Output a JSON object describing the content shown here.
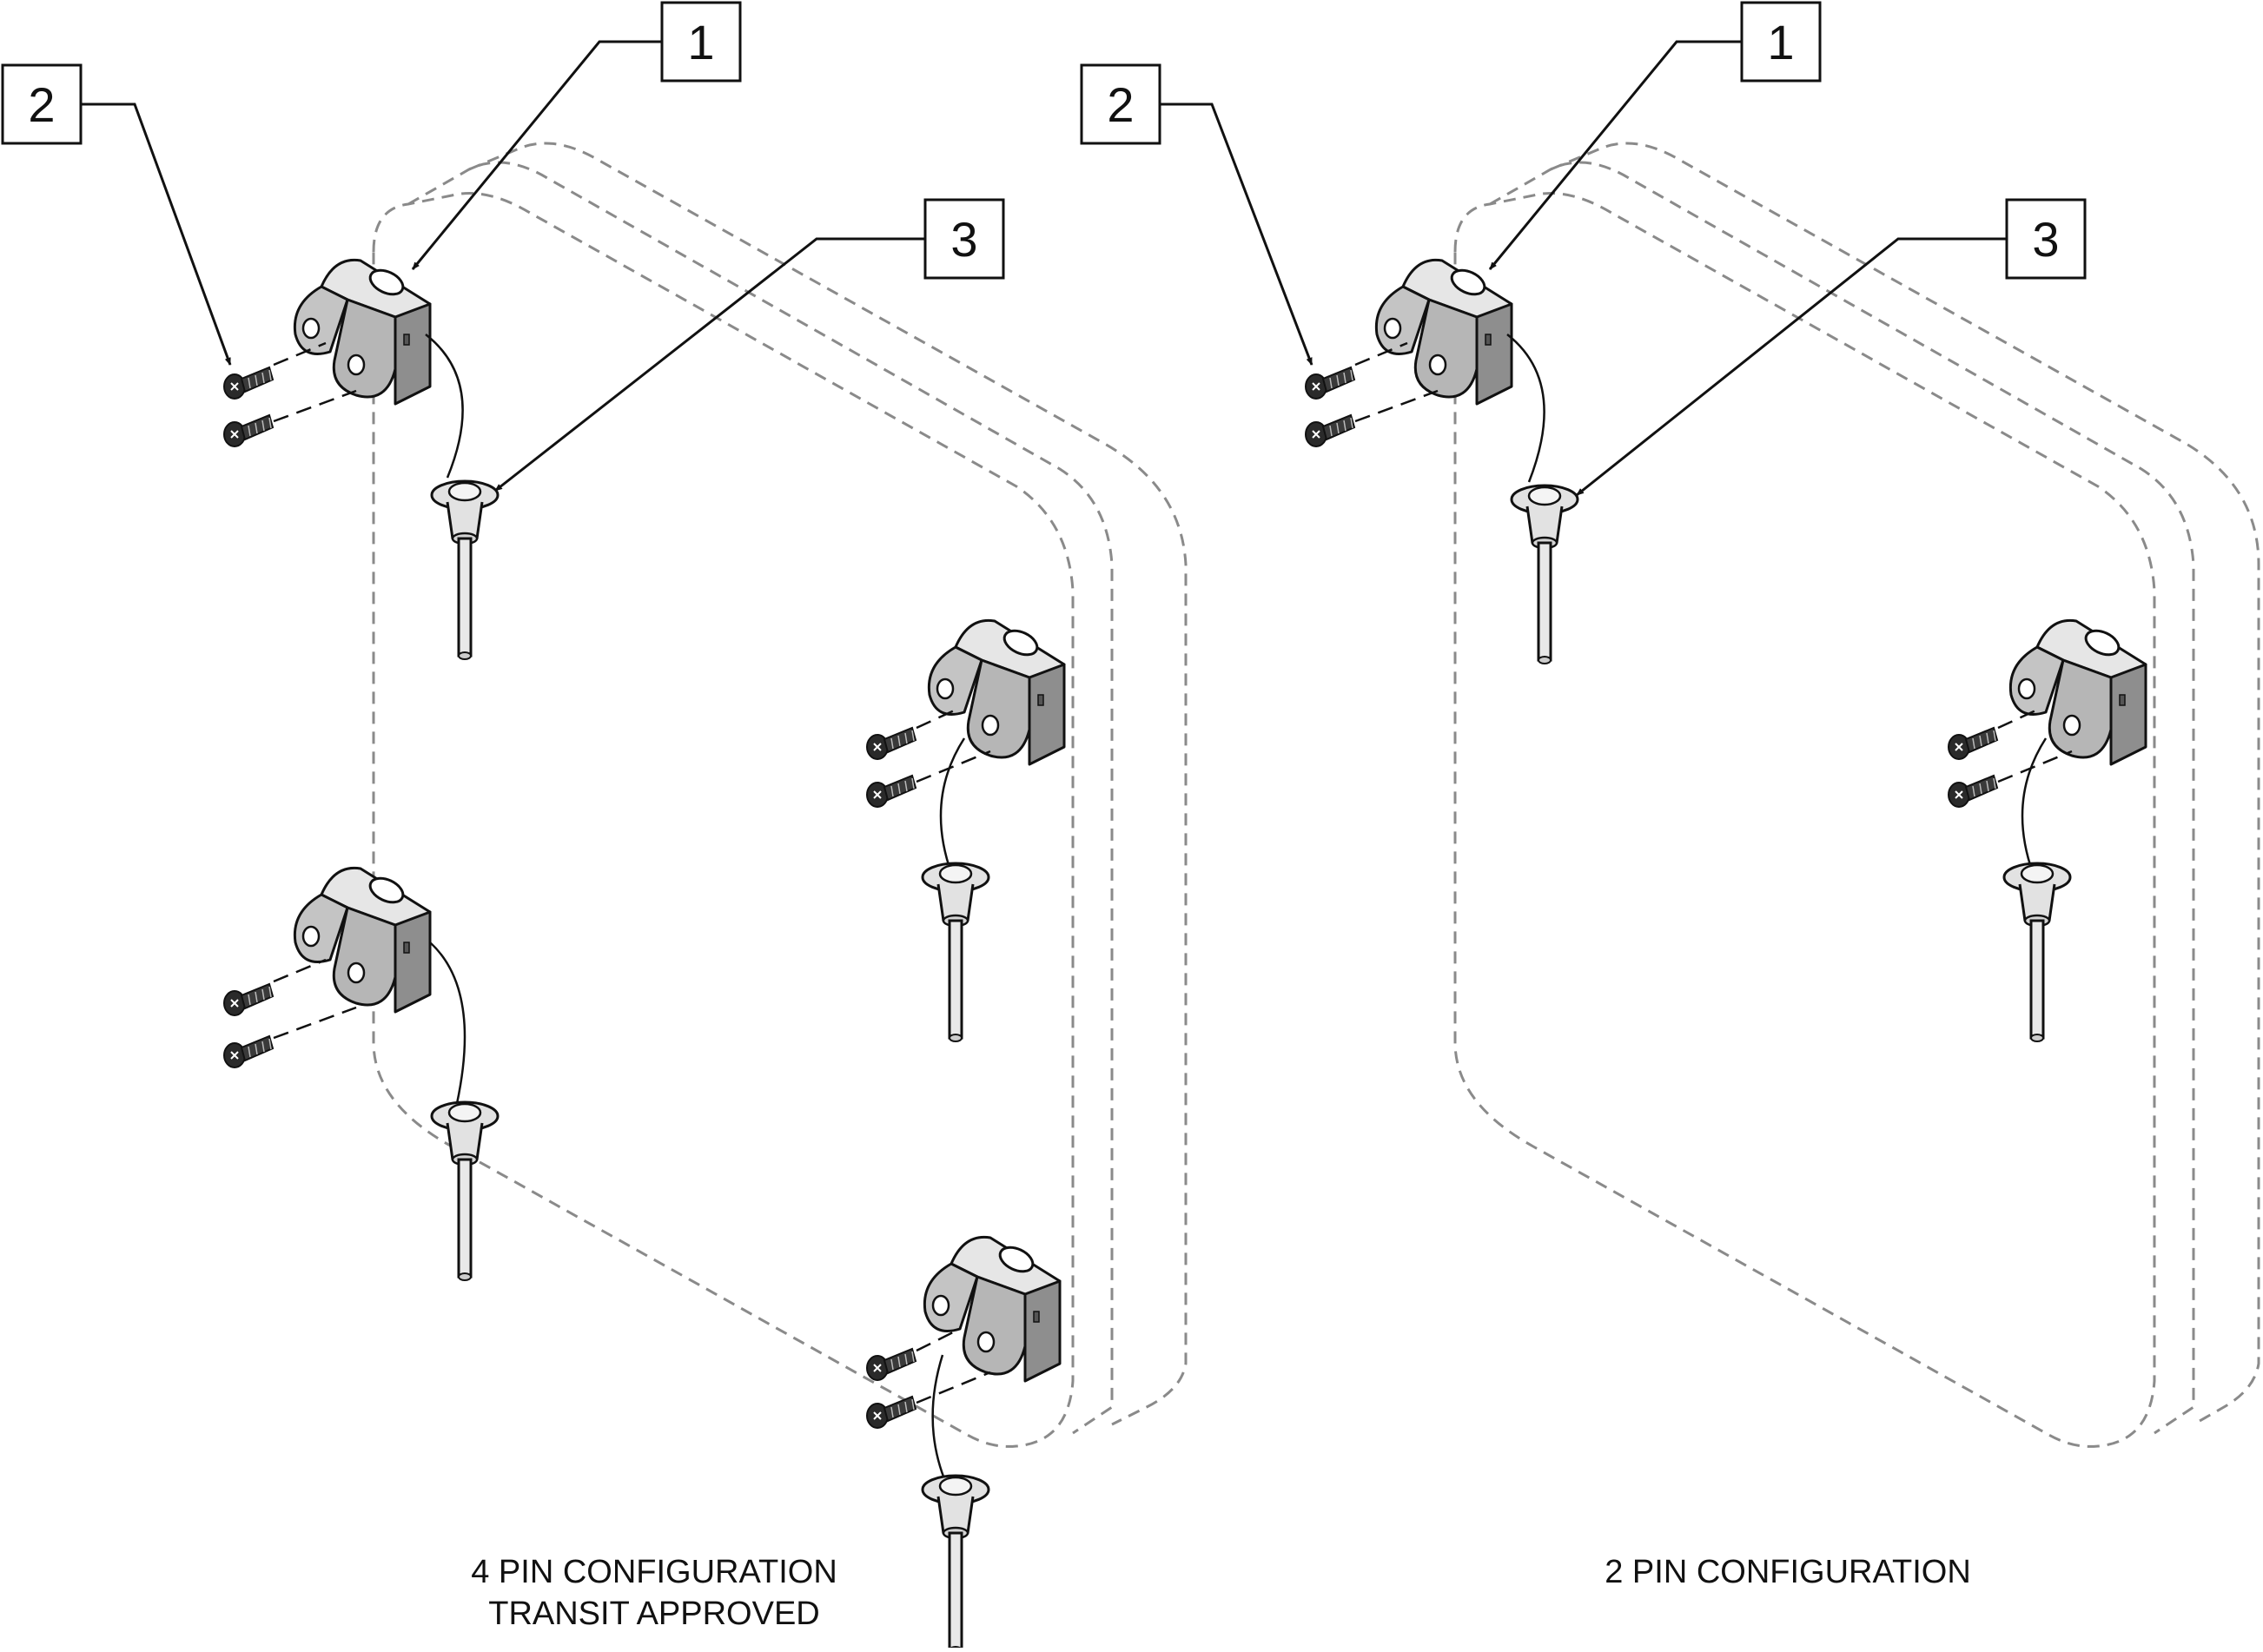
{
  "left_view": {
    "callouts": {
      "one": "1",
      "two": "2",
      "three": "3"
    },
    "caption_line1": "4 PIN CONFIGURATION",
    "caption_line2": "TRANSIT APPROVED"
  },
  "right_view": {
    "callouts": {
      "one": "1",
      "two": "2",
      "three": "3"
    },
    "caption_line1": "2 PIN CONFIGURATION"
  },
  "colors": {
    "outline": "#111111",
    "dashed_panel": "#8a8a8a",
    "bracket_fill_light": "#e6e6e6",
    "bracket_fill_mid": "#c4c4c4",
    "bracket_fill_dark": "#8e8e8e",
    "screw_fill": "#2a2a2a",
    "pin_fill": "#e2e2e2"
  }
}
